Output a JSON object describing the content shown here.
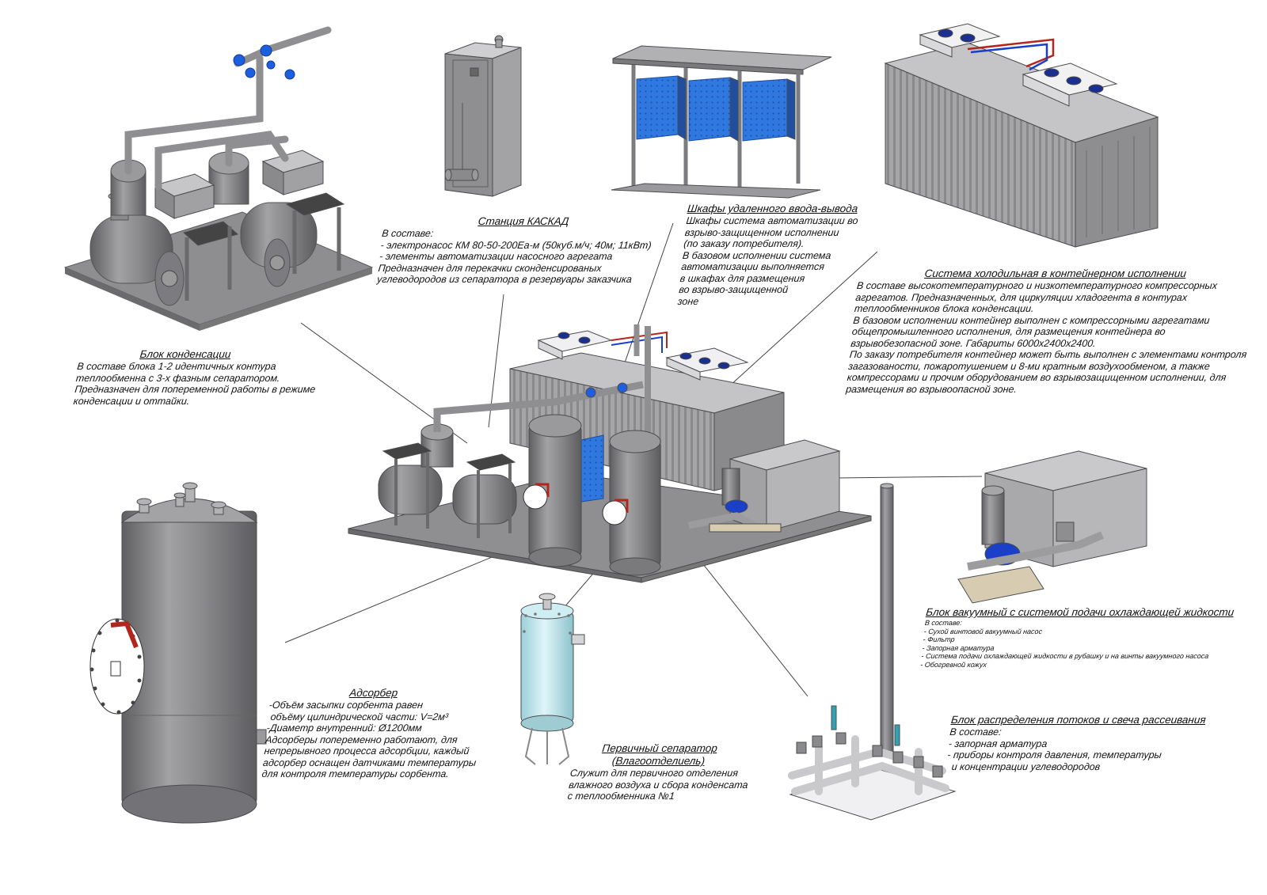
{
  "colors": {
    "steel": "#8d8d8f",
    "steel_dark": "#6f6f72",
    "steel_light": "#b8b8ba",
    "panel_blue": "#2a6fd8",
    "valve_blue": "#1a3fc9",
    "separator_cyan": "#bfe8ef",
    "flange_red": "#b3261e",
    "leader_line": "#444444"
  },
  "notes": {
    "condensation": {
      "title": "Блок конденсации",
      "lines": [
        "В составе блока 1-2 идентичных контура",
        "теплообменна с 3-х фазным сепаратором.",
        "Предназначен для попеременной работы в режиме",
        "конденсации и оттайки."
      ]
    },
    "kaskad": {
      "title": "Станция КАСКАД",
      "lines": [
        "В составе:",
        "- электронасос КМ 80-50-200Еа-м (50куб.м/ч; 40м; 11кВт)",
        "- элементы автоматизации насосного агрегата",
        "Предназначен для перекачки сконденсированых",
        "углеводородов из сепаратора в резервуары заказчика"
      ]
    },
    "cabinets": {
      "title": "Шкафы удаленного ввода-вывода",
      "lines": [
        "Шкафы система автоматизации во",
        "взрыво-защищенном исполнении",
        "(по заказу потребителя).",
        "В базовом исполнении система",
        "автоматизации выполняется",
        "в шкафах для размещения",
        "во взрыво-защищенной",
        "зоне"
      ]
    },
    "cooling": {
      "title": "Система холодильная в контейнерном исполнении",
      "lines": [
        "В составе высокотемпературного и низкотемпературного компрессорных",
        "агрегатов. Предназначенных, для циркуляции хладогента в контурах",
        "теплообменников блока конденсации.",
        "В базовом исполнении контейнер выполнен с компрессорными агрегатами",
        "общепромышленного исполнения, для размещения контейнера во",
        "взрывобезопасной зоне. Габариты 6000х2400х2400.",
        "По заказу потребителя контейнер может быть выполнен с элементами контроля",
        "загазованости, пожаротушением и 8-ми кратным воздухообменом, а также",
        "компрессорами и прочим оборудованием во взрывозащищенном исполнении, для",
        "размещения во взрывоопасной зоне."
      ]
    },
    "vacuum": {
      "title": "Блок вакуумный с системой подачи охлаждающей жидкости",
      "lines": [
        "В составе:",
        "- Сухой винтовой вакуумный насос",
        "- Фильтр",
        "- Запорная арматура",
        "- Система подачи охлаждающей жидкости в рубашку и на винты вакуумного насоса",
        "- Обогревной кожух"
      ]
    },
    "adsorber": {
      "title": "Адсорбер",
      "lines": [
        "-Объём засыпки сорбента равен",
        " объёму цилиндрической части: V=2м³",
        "-Диаметр внутренний: Ø1200мм",
        "Адсорберы попеременно работают, для",
        "непрерывного процесса адсорбции, каждый",
        "адсорбер оснащен датчиками температуры",
        "для контроля температуры сорбента."
      ]
    },
    "separator": {
      "title_lines": [
        "Первичный сепаратор",
        "(Влагоотделиель)"
      ],
      "lines": [
        "Служит для первичного отделения",
        "влажного воздуха и сбора конденсата",
        "с теплообменника №1"
      ]
    },
    "distribution": {
      "title": "Блок распределения потоков и свеча рассеивания",
      "lines": [
        "В составе:",
        "- запорная арматура",
        "- приборы контроля давления, температуры",
        "  и концентрации углеводородов"
      ]
    }
  }
}
